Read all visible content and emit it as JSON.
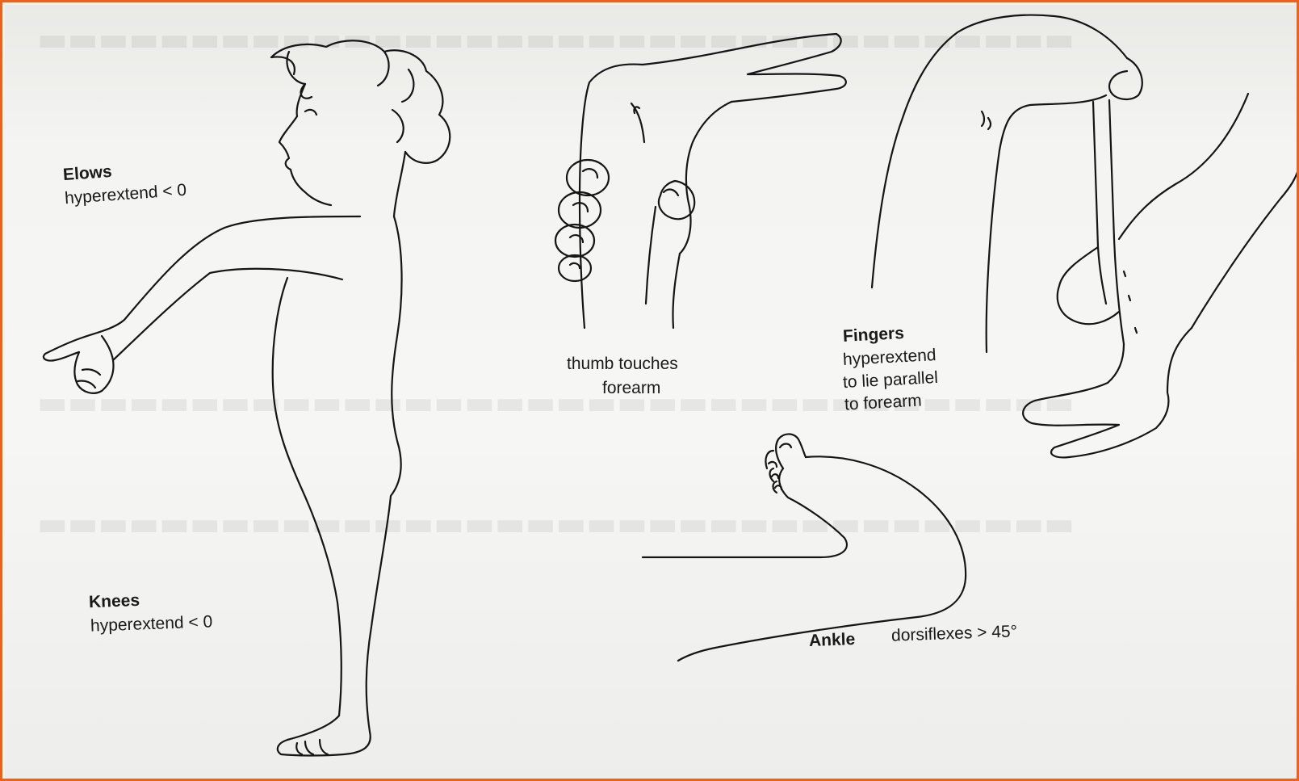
{
  "labels": {
    "elbows_title": "Elows",
    "elbows_detail": "hyperextend < 0",
    "thumb_line1": "thumb touches",
    "thumb_line2": "forearm",
    "fingers_title": "Fingers",
    "fingers_line1": "hyperextend",
    "fingers_line2": "to lie parallel",
    "fingers_line3": "to forearm",
    "knees_title": "Knees",
    "knees_detail": "hyperextend < 0",
    "ankle_title": "Ankle",
    "ankle_detail": "dorsiflexes > 45°"
  },
  "colors": {
    "border": "#e8641c",
    "paper": "#f4f4f2",
    "ink": "#151515"
  }
}
